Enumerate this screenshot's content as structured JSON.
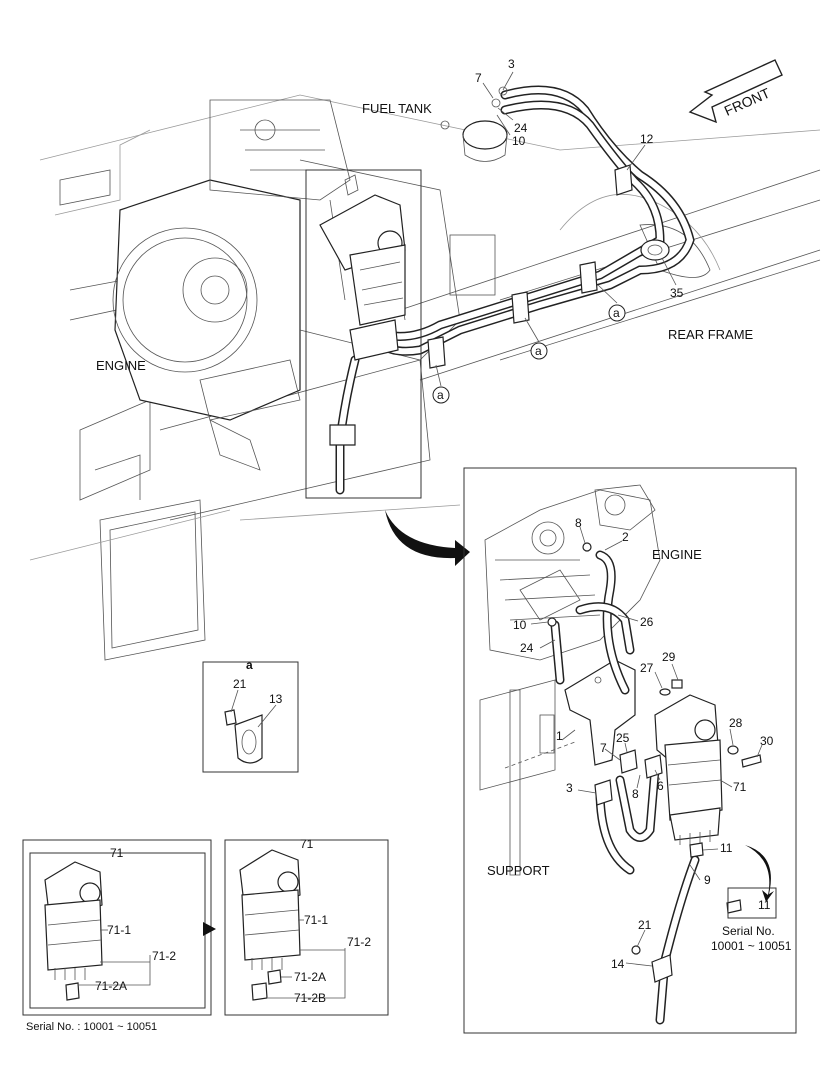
{
  "main_view": {
    "labels": {
      "fuel_tank": "FUEL TANK",
      "engine": "ENGINE",
      "rear_frame": "REAR FRAME",
      "front": "FRONT"
    },
    "callouts": {
      "p3": "3",
      "p7": "7",
      "p24": "24",
      "p10": "10",
      "p12": "12",
      "p35": "35",
      "a1": "a",
      "a2": "a",
      "a3": "a"
    }
  },
  "detail_view": {
    "labels": {
      "engine": "ENGINE",
      "support": "SUPPORT"
    },
    "callouts": {
      "p8": "8",
      "p2": "2",
      "p10": "10",
      "p26": "26",
      "p24": "24",
      "p27": "27",
      "p29": "29",
      "p1": "1",
      "p28": "28",
      "p30": "30",
      "p25": "25",
      "p7": "7",
      "p3": "3",
      "p8b": "8",
      "p6": "6",
      "p71": "71",
      "p11": "11",
      "p9": "9",
      "p21": "21",
      "p14": "14"
    },
    "serial_inset": {
      "part": "11",
      "line1": "Serial No.",
      "line2": "10001 ~ 10051"
    }
  },
  "clamp_detail": {
    "title": "a",
    "callouts": {
      "p21": "21",
      "p13": "13"
    }
  },
  "filter_left": {
    "title": "71",
    "callouts": {
      "p71_1": "71-1",
      "p71_2": "71-2",
      "p71_2a": "71-2A"
    },
    "serial": "Serial No. : 10001 ~ 10051"
  },
  "filter_right": {
    "title": "71",
    "callouts": {
      "p71_1": "71-1",
      "p71_2": "71-2",
      "p71_2a": "71-2A",
      "p71_2b": "71-2B"
    }
  }
}
